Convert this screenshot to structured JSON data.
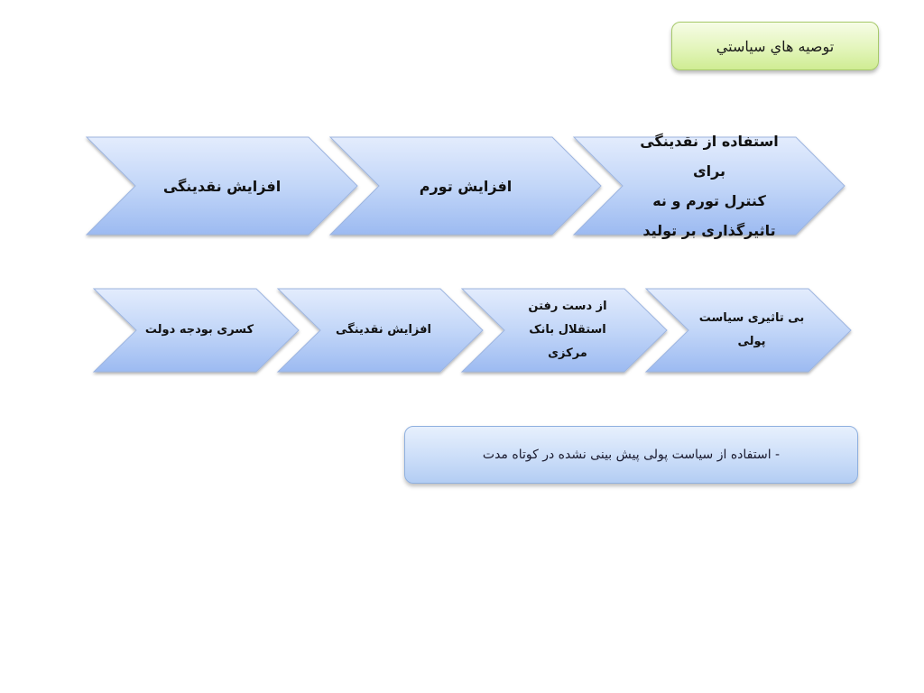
{
  "title": "توصيه هاي سياستي",
  "row1": [
    {
      "label": "استفاده از نقدینگی برای\nکنترل تورم و نه\nتاثیرگذاری بر تولید"
    },
    {
      "label": "افزایش تورم"
    },
    {
      "label": "افزایش نقدینگی"
    }
  ],
  "row2": [
    {
      "label": "بی تاثیری سیاست\nپولی"
    },
    {
      "label": "از دست رفتن\nاستقلال بانک\nمرکزی"
    },
    {
      "label": "افزایش نقدینگی"
    },
    {
      "label": "کسری بودجه دولت"
    }
  ],
  "note": "- استفاده از سیاست پولی پیش بینی نشده در کوتاه مدت",
  "colors": {
    "chevron_top": "#dde8fc",
    "chevron_bottom": "#9fbdf3",
    "chevron_stroke": "#9db5e0",
    "title_box": "#e3f5bb"
  }
}
